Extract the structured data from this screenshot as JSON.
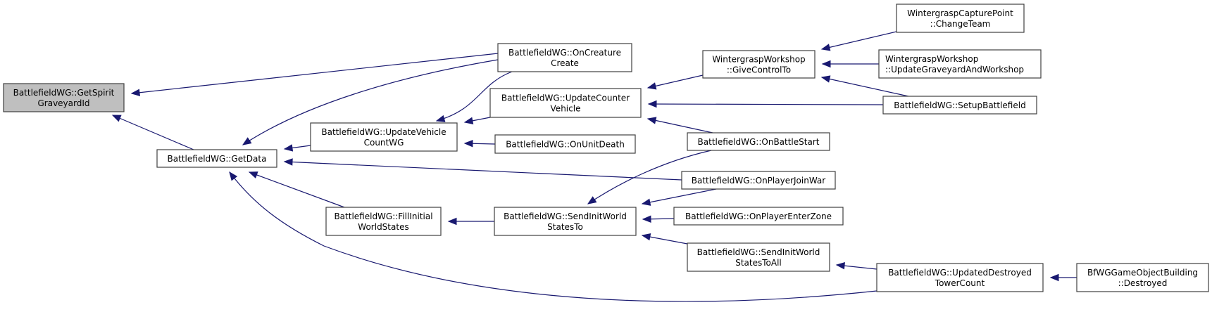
{
  "title": "Caller graph for BattlefieldWG::GetSpiritGraveyardId",
  "colors": {
    "focus_fill": "#bfbfbf",
    "node_fill": "#ffffff",
    "node_border": "#404040",
    "edge": "#191970"
  },
  "nodes": [
    {
      "id": "getspirit",
      "lines": [
        "BattlefieldWG::GetSpirit",
        "GraveyardId"
      ],
      "focus": true
    },
    {
      "id": "getdata",
      "lines": [
        "BattlefieldWG::GetData"
      ]
    },
    {
      "id": "oncreature",
      "lines": [
        "BattlefieldWG::OnCreature",
        "Create"
      ]
    },
    {
      "id": "updatevehicle",
      "lines": [
        "BattlefieldWG::UpdateVehicle",
        "CountWG"
      ]
    },
    {
      "id": "fillinitial",
      "lines": [
        "BattlefieldWG::FillInitial",
        "WorldStates"
      ]
    },
    {
      "id": "updatecounter",
      "lines": [
        "BattlefieldWG::UpdateCounter",
        "Vehicle"
      ]
    },
    {
      "id": "onunitdeath",
      "lines": [
        "BattlefieldWG::OnUnitDeath"
      ]
    },
    {
      "id": "sendinitto",
      "lines": [
        "BattlefieldWG::SendInitWorld",
        "StatesTo"
      ]
    },
    {
      "id": "givecontrol",
      "lines": [
        "WintergraspWorkshop",
        "::GiveControlTo"
      ]
    },
    {
      "id": "onbattlestart",
      "lines": [
        "BattlefieldWG::OnBattleStart"
      ]
    },
    {
      "id": "onplayerjoinwar",
      "lines": [
        "BattlefieldWG::OnPlayerJoinWar"
      ]
    },
    {
      "id": "onplayerenterzone",
      "lines": [
        "BattlefieldWG::OnPlayerEnterZone"
      ]
    },
    {
      "id": "sendinittoall",
      "lines": [
        "BattlefieldWG::SendInitWorld",
        "StatesToAll"
      ]
    },
    {
      "id": "capturepoint",
      "lines": [
        "WintergraspCapturePoint",
        "::ChangeTeam"
      ]
    },
    {
      "id": "updategraveyard",
      "lines": [
        "WintergraspWorkshop",
        "::UpdateGraveyardAndWorkshop"
      ],
      "align": "left"
    },
    {
      "id": "setupbattlefield",
      "lines": [
        "BattlefieldWG::SetupBattlefield"
      ]
    },
    {
      "id": "updateddestroyed",
      "lines": [
        "BattlefieldWG::UpdatedDestroyed",
        "TowerCount"
      ]
    },
    {
      "id": "bfwgdestroyed",
      "lines": [
        "BfWGGameObjectBuilding",
        "::Destroyed"
      ]
    }
  ],
  "edges": [
    {
      "from": "getdata",
      "to": "getspirit"
    },
    {
      "from": "oncreature",
      "to": "getspirit"
    },
    {
      "from": "oncreature",
      "to": "getdata"
    },
    {
      "from": "updatevehicle",
      "to": "getdata"
    },
    {
      "from": "onplayerjoinwar",
      "to": "getdata"
    },
    {
      "from": "fillinitial",
      "to": "getdata"
    },
    {
      "from": "updateddestroyed",
      "to": "getdata"
    },
    {
      "from": "oncreature",
      "to": "updatevehicle"
    },
    {
      "from": "updatecounter",
      "to": "updatevehicle"
    },
    {
      "from": "onunitdeath",
      "to": "updatevehicle"
    },
    {
      "from": "sendinitto",
      "to": "fillinitial"
    },
    {
      "from": "givecontrol",
      "to": "updatecounter"
    },
    {
      "from": "setupbattlefield",
      "to": "updatecounter"
    },
    {
      "from": "onbattlestart",
      "to": "updatecounter"
    },
    {
      "from": "capturepoint",
      "to": "givecontrol"
    },
    {
      "from": "updategraveyard",
      "to": "givecontrol"
    },
    {
      "from": "setupbattlefield",
      "to": "givecontrol"
    },
    {
      "from": "onbattlestart",
      "to": "sendinitto"
    },
    {
      "from": "onplayerjoinwar",
      "to": "sendinitto"
    },
    {
      "from": "onplayerenterzone",
      "to": "sendinitto"
    },
    {
      "from": "sendinittoall",
      "to": "sendinitto"
    },
    {
      "from": "updateddestroyed",
      "to": "sendinittoall"
    },
    {
      "from": "bfwgdestroyed",
      "to": "updateddestroyed"
    }
  ]
}
